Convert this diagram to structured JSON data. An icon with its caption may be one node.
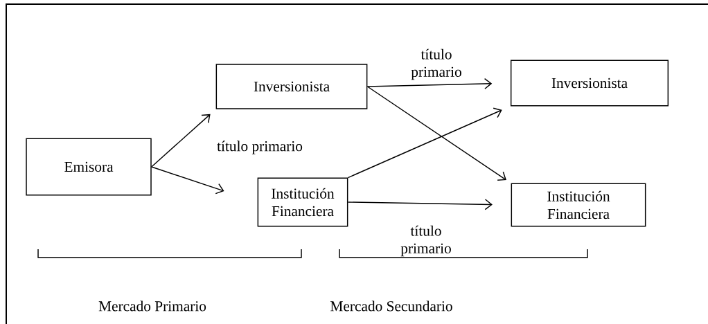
{
  "diagram": {
    "nodes": [
      {
        "text": [
          "Emisora"
        ]
      },
      {
        "text": [
          "Inversionista"
        ]
      },
      {
        "text": [
          "Institución Financiera"
        ]
      },
      {
        "text": [
          "Inversionista"
        ]
      },
      {
        "text": [
          "Institución Financiera"
        ]
      }
    ],
    "edges": [
      {
        "from": 0,
        "to": 1,
        "arrow": "to"
      },
      {
        "from": 0,
        "to": 2,
        "arrow": "to"
      },
      {
        "from": 1,
        "to": 3,
        "arrow": "to",
        "label": "título primario"
      },
      {
        "from": 1,
        "to": 4,
        "arrow": "to"
      },
      {
        "from": 2,
        "to": 3,
        "arrow": "to"
      },
      {
        "from": 2,
        "to": 4,
        "arrow": "to",
        "label": "título primario"
      }
    ],
    "labels": [
      "título primario",
      "Mercado Primario",
      "Mercado Secundario"
    ]
  }
}
